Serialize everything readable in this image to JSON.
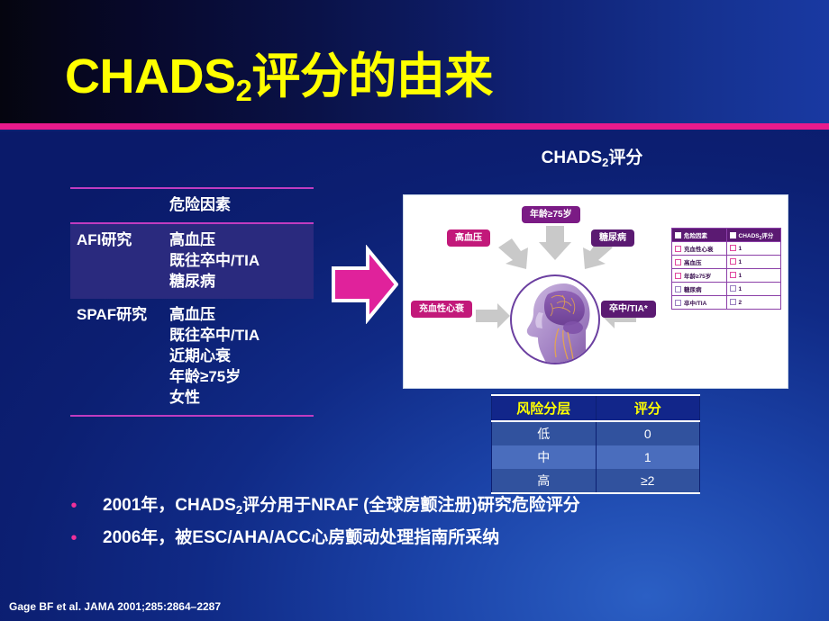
{
  "slide": {
    "title_main": "CHADS",
    "title_sub": "2",
    "title_rest": "评分的由来",
    "citation": "Gage BF et al. JAMA 2001;285:2864–2287"
  },
  "colors": {
    "title_yellow": "#ffff00",
    "accent_magenta": "#e91a8c",
    "background_navy": "#0c1f72",
    "table_band": "#2a2a7e",
    "arrow_magenta": "#e0229b",
    "strat_header_yellow": "#ffff00"
  },
  "risk_table": {
    "header": {
      "col1": "",
      "col2": "危险因素"
    },
    "rows": [
      {
        "study": "AFI研究",
        "factors": [
          "高血压",
          "既往卒中/TIA",
          "糖尿病"
        ]
      },
      {
        "study": "SPAF研究",
        "factors": [
          "高血压",
          "既往卒中/TIA",
          "近期心衰",
          "年龄≥75岁",
          "女性"
        ]
      }
    ]
  },
  "diagram": {
    "caption_main": "CHADS",
    "caption_sub": "2",
    "caption_rest": "评分",
    "labels": [
      {
        "text": "年龄≥75岁",
        "style": "purple-mid"
      },
      {
        "text": "高血压",
        "style": "magenta"
      },
      {
        "text": "糖尿病",
        "style": "purple-dark"
      },
      {
        "text": "充血性心衰",
        "style": "magenta"
      },
      {
        "text": "卒中/TIA*",
        "style": "purple-dark"
      }
    ],
    "score_table": {
      "headers": [
        "危险因素",
        "CHADS₂评分"
      ],
      "header_col2_main": "CHADS",
      "header_col2_sub": "2",
      "header_col2_rest": "评分",
      "rows": [
        {
          "factor": "充血性心衰",
          "score": "1"
        },
        {
          "factor": "高血压",
          "score": "1"
        },
        {
          "factor": "年龄≥75岁",
          "score": "1"
        },
        {
          "factor": "糖尿病",
          "score": "1"
        },
        {
          "factor": "卒中/TIA",
          "score": "2"
        }
      ]
    }
  },
  "strat_table": {
    "headers": [
      "风险分层",
      "评分"
    ],
    "rows": [
      {
        "level": "低",
        "score": "0"
      },
      {
        "level": "中",
        "score": "1"
      },
      {
        "level": "高",
        "score": "≥2"
      }
    ]
  },
  "bullets": [
    {
      "pre": "2001年，CHADS",
      "sub": "2",
      "post": "评分用于NRAF (全球房颤注册)研究危险评分"
    },
    {
      "pre": "2006年，被ESC/AHA/ACC心房颤动处理指南所采纳",
      "sub": "",
      "post": ""
    }
  ]
}
